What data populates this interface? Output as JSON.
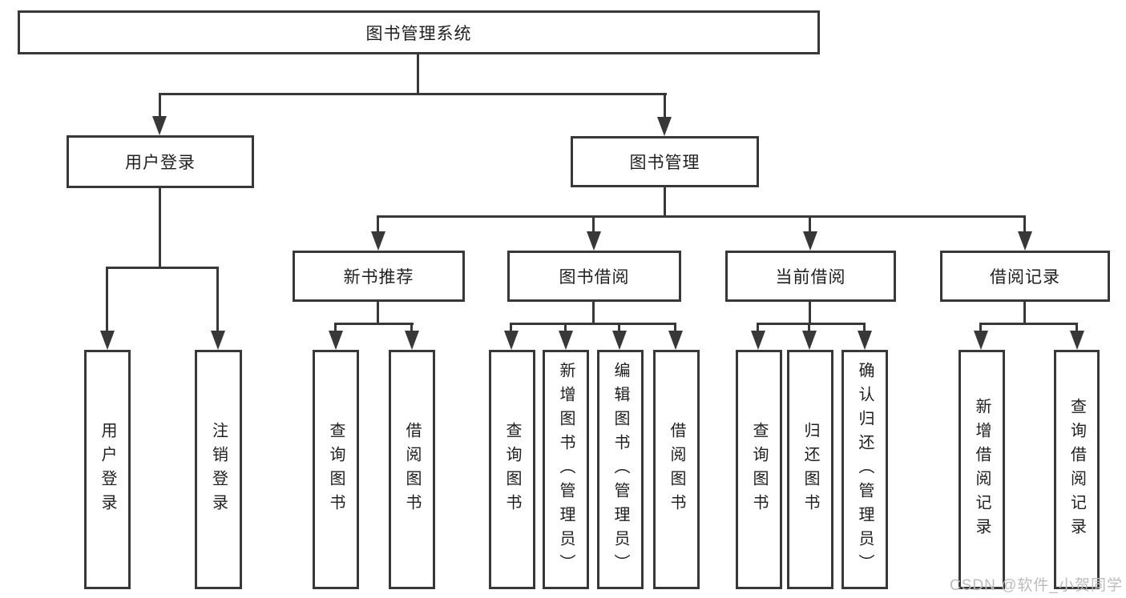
{
  "diagram": {
    "title": "图书管理系统",
    "root": {
      "label": "图书管理系统"
    },
    "level2": {
      "user_login": {
        "label": "用户登录"
      },
      "book_mgmt": {
        "label": "图书管理"
      }
    },
    "level3": {
      "new_books": {
        "label": "新书推荐"
      },
      "book_borrow": {
        "label": "图书借阅"
      },
      "current_borrow": {
        "label": "当前借阅"
      },
      "borrow_records": {
        "label": "借阅记录"
      }
    },
    "leaves": {
      "user_login_children": [
        {
          "label": "用户登录"
        },
        {
          "label": "注销登录"
        }
      ],
      "new_books_children": [
        {
          "label": "查询图书"
        },
        {
          "label": "借阅图书"
        }
      ],
      "book_borrow_children": [
        {
          "label": "查询图书"
        },
        {
          "label": "新增图书（管理员）"
        },
        {
          "label": "编辑图书（管理员）"
        },
        {
          "label": "借阅图书"
        }
      ],
      "current_borrow_children": [
        {
          "label": "查询图书"
        },
        {
          "label": "归还图书"
        },
        {
          "label": "确认归还（管理员）"
        }
      ],
      "borrow_records_children": [
        {
          "label": "新增借阅记录"
        },
        {
          "label": "查询借阅记录"
        }
      ]
    }
  },
  "watermark": {
    "text": "CSDN @软件_小贺同学"
  },
  "colors": {
    "line": "#383838",
    "text": "#1f1f1f",
    "watermark": "#bcbcbc",
    "background": "#ffffff"
  }
}
